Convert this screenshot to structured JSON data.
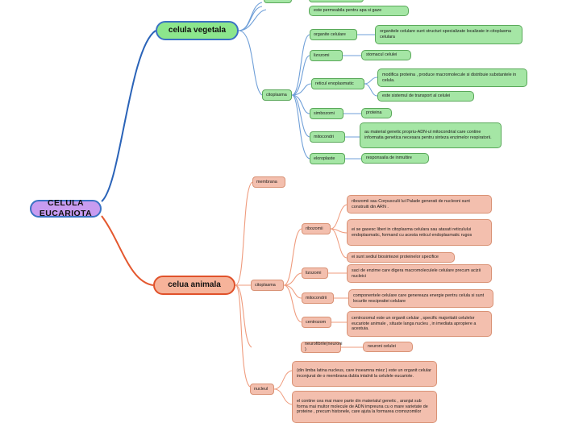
{
  "document": {
    "title": "CELULA EUCARIOTA",
    "type": "mind-map",
    "language": "ro"
  },
  "colors": {
    "root_fill": "#c89cf0",
    "root_border": "#3b72c4",
    "plant_branch_fill": "#8ce68c",
    "plant_branch_border": "#3b72c4",
    "plant_node_fill": "#a5e6a5",
    "plant_node_border": "#5aa85a",
    "plant_link": "#6f9fd8",
    "animal_branch_fill": "#f6b39a",
    "animal_branch_border": "#e0512a",
    "animal_node_fill": "#f3bfae",
    "animal_node_border": "#d99275",
    "animal_link": "#ef9b7d",
    "canvas": "#ffffff"
  },
  "root": {
    "label": "CELULA EUCARIOTA"
  },
  "branches": {
    "plant": {
      "label": "celula vegetala"
    },
    "animal": {
      "label": "celua animala"
    }
  },
  "plant_nodes": {
    "cut_top_a": "",
    "cut_top_b": "",
    "permeabila": "este permeabila pentru apa si gaze",
    "organite_celulare": "organite celulare",
    "organite_celulare_desc": "organitele celulare sunt structuri specializate localizate in citoplasma celulara",
    "lizozomi": "lizozomi",
    "lizozomi_desc": "stomacul celulei",
    "citoplasma": "citoplasma",
    "reticul": "reticul enoplasmatic",
    "reticul_desc_1": "modifica proteina , produce macromolecule si distribuie substantele in celula.",
    "reticul_desc_2": "este sistemul de transport al celulei",
    "simbozomi": "simbozomi",
    "simbozomi_desc": "proteina",
    "mitocondri": "mitocondri",
    "mitocondri_desc": "au material genetic propriu-ADN-ul mitocondrial care contine informatia genetica necesara pentru sinteza enzimelor respiratorii.",
    "eloroplaste": "eloroplaste",
    "eloroplaste_desc": "responsaila de inmultire"
  },
  "animal_nodes": {
    "membrana": "membrana",
    "citoplasma": "citoplasma",
    "ribozomii": "ribozomii",
    "ribozomii_desc_1": "ribozomii sau Corpusculii lui Palade generati de nucleoni sunt construiti din ARN .",
    "ribozomii_desc_2": "ei se gasesc liberi in citoplasma celulara sau atasati reticulului endoplasmatic, formand cu acesta reticul endoplasmatic rugos",
    "ribozomii_desc_3": "ei sunt sediul biosintezei proteinelor specifice",
    "lizozomi": "lizozomi",
    "lizozomi_desc": "saci de enzime care digera macromoleculele celulare precum acizii nucleici",
    "mitocondrii": "mitocondrii",
    "mitocondrii_desc": "componentele celulare care genereaza energie pentru celula si sunt locurile rescipratiei celulare",
    "centrozom": "centrozom",
    "centrozom_desc": "centrozomul este un organit celular , specific majoritatii celulelor eucariote animale , situate langa nucleu , in imediata apropiere a acestuia.",
    "neurofibrile": "neurofibrile(neuroni )",
    "neurofibrile_desc": "neuroni celulei",
    "nucleul": "nucleul",
    "nucleul_desc_1": "(din limba latina nucleus, care inseamna miez ) este un organit celular inconjurat de o membrana dubla intalnit la celulele eucariote.",
    "nucleul_desc_2": "el contine cea mai mare parte din materialul genetic , aranjat sub forma mai multor molecule de ADN impreuna cu o mare varietate de proteine , precum histonele, care ajuta la formarea cromozomilor"
  }
}
